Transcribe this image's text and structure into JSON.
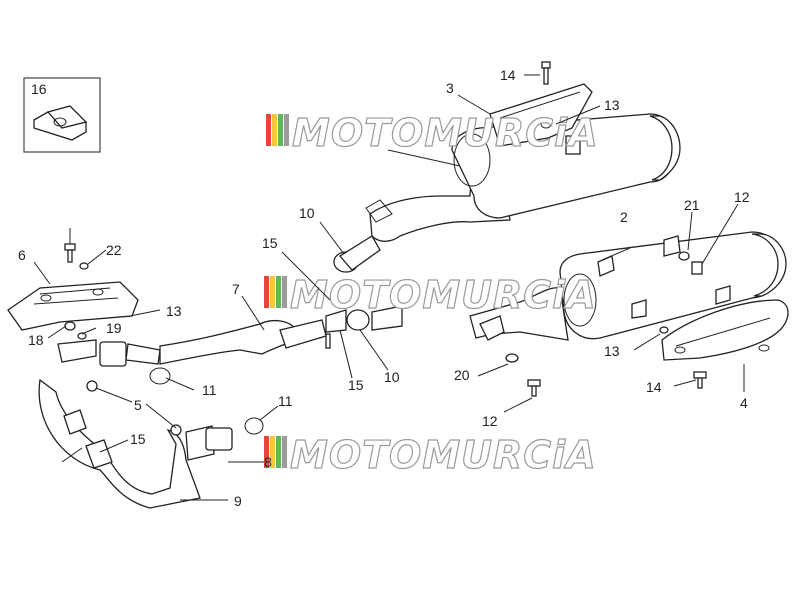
{
  "watermark": {
    "text": "MOTOMURCiA",
    "stripe_colors": [
      "#e7463c",
      "#f3c83c",
      "#5cb75b",
      "#9b9b9b"
    ]
  },
  "callouts": {
    "c16": "16",
    "c14_top": "14",
    "c3": "3",
    "c13_top": "13",
    "c10_top": "10",
    "c15_top": "15",
    "c2": "2",
    "c21": "21",
    "c12_top": "12",
    "c6": "6",
    "c22": "22",
    "c13_left": "13",
    "c7": "7",
    "c19": "19",
    "c18": "18",
    "c11_mid": "11",
    "c5": "5",
    "c15_mid": "15",
    "c10_mid": "10",
    "c20": "20",
    "c13_right": "13",
    "c14_right": "14",
    "c4": "4",
    "c12_bottom": "12",
    "c11_low": "11",
    "c15_low": "15",
    "c8": "8",
    "c9": "9"
  }
}
